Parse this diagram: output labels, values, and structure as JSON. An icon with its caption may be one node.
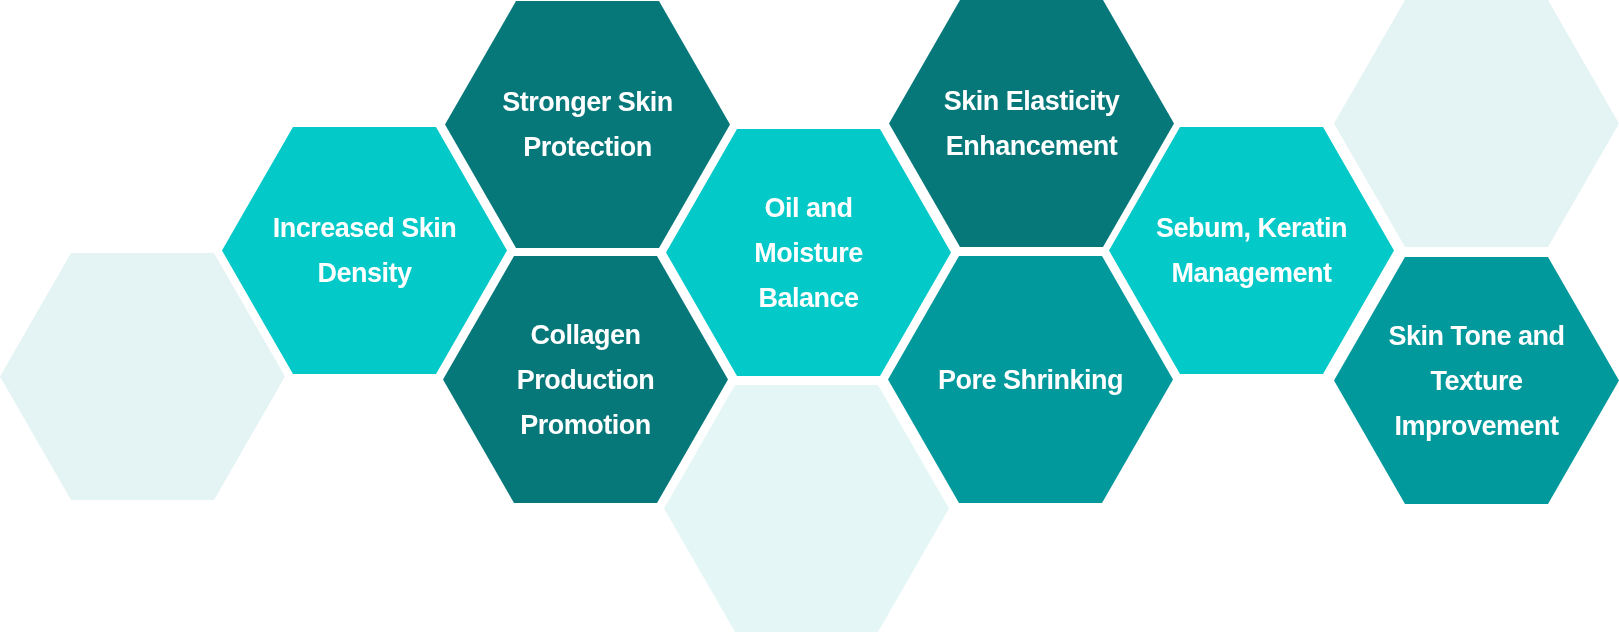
{
  "diagram": {
    "nodes": [
      {
        "text": [],
        "shape": "hexagon"
      },
      {
        "text": [
          "Increased Skin Density"
        ]
      },
      {
        "text": [
          "Stronger Skin Protection"
        ]
      },
      {
        "text": [
          "Collagen Production Promotion"
        ]
      },
      {
        "text": [
          "Oil and Moisture Balance"
        ]
      },
      {
        "text": [],
        "shape": "hexagon"
      },
      {
        "text": [
          "Skin Elasticity Enhancement"
        ]
      },
      {
        "text": [
          "Pore Shrinking"
        ]
      },
      {
        "text": [
          "Sebum, Keratin Management"
        ]
      },
      {
        "text": [],
        "shape": "hexagon"
      },
      {
        "text": [
          "Skin Tone and Texture Improvement"
        ]
      }
    ]
  }
}
